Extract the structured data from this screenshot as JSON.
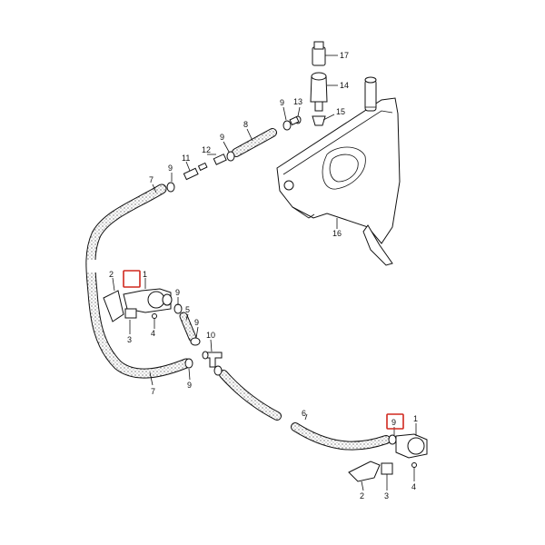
{
  "diagram": {
    "callouts": [
      {
        "id": "c17",
        "text": "17"
      },
      {
        "id": "c14",
        "text": "14"
      },
      {
        "id": "c15",
        "text": "15"
      },
      {
        "id": "c13",
        "text": "13"
      },
      {
        "id": "c9a",
        "text": "9"
      },
      {
        "id": "c8",
        "text": "8"
      },
      {
        "id": "c9b",
        "text": "9"
      },
      {
        "id": "c12",
        "text": "12"
      },
      {
        "id": "c11",
        "text": "11"
      },
      {
        "id": "c9c",
        "text": "9"
      },
      {
        "id": "c7a",
        "text": "7"
      },
      {
        "id": "c16",
        "text": "16"
      },
      {
        "id": "c2a",
        "text": "2"
      },
      {
        "id": "c1a",
        "text": "1"
      },
      {
        "id": "c9d",
        "text": "9"
      },
      {
        "id": "c5",
        "text": "5"
      },
      {
        "id": "c3a",
        "text": "3"
      },
      {
        "id": "c4a",
        "text": "4"
      },
      {
        "id": "c9e",
        "text": "9"
      },
      {
        "id": "c10",
        "text": "10"
      },
      {
        "id": "c9f",
        "text": "9"
      },
      {
        "id": "c7b",
        "text": "7"
      },
      {
        "id": "c6",
        "text": "6"
      },
      {
        "id": "c9g",
        "text": "9"
      },
      {
        "id": "c1b",
        "text": "1"
      },
      {
        "id": "c2b",
        "text": "2"
      },
      {
        "id": "c3b",
        "text": "3"
      },
      {
        "id": "c4b",
        "text": "4"
      }
    ],
    "highlight_color": "#d0281e"
  }
}
